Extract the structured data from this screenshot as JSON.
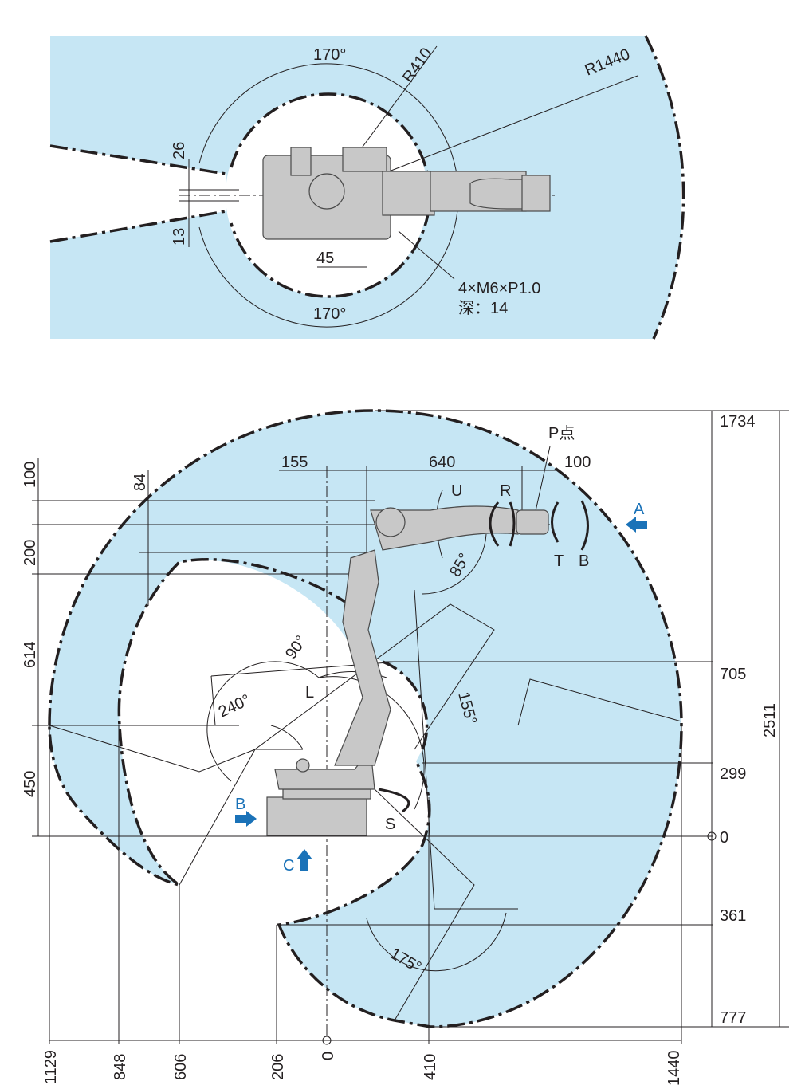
{
  "colors": {
    "envelope": "#c6e6f4",
    "accent": "#1a72b8",
    "robot": "#c8c8c8"
  },
  "top_view": {
    "angle_top": "170°",
    "angle_bottom": "170°",
    "r_inner": "R410",
    "r_outer": "R1440",
    "dim_26": "26",
    "dim_13": "13",
    "dim_45": "45",
    "bolt_spec": "4×M6×P1.0",
    "bolt_depth": "深：14"
  },
  "side_view": {
    "p_point": "P点",
    "dims_top": [
      "155",
      "640",
      "100"
    ],
    "axes": {
      "U": "U",
      "R": "R",
      "T": "T",
      "B": "B",
      "L": "L",
      "S": "S"
    },
    "view_arrows": {
      "A": "A",
      "B": "B",
      "C": "C"
    },
    "left_dims": [
      "100",
      "84",
      "200",
      "614",
      "450"
    ],
    "angles": {
      "u": "85°",
      "l_fwd": "90°",
      "l_back": "155°",
      "s": "240°",
      "b": "175°"
    },
    "right_dims": [
      "1734",
      "705",
      "299",
      "0",
      "361",
      "777"
    ],
    "total_height": "2511",
    "bottom_dims": [
      "1129",
      "848",
      "606",
      "206",
      "0",
      "410",
      "1440"
    ]
  }
}
